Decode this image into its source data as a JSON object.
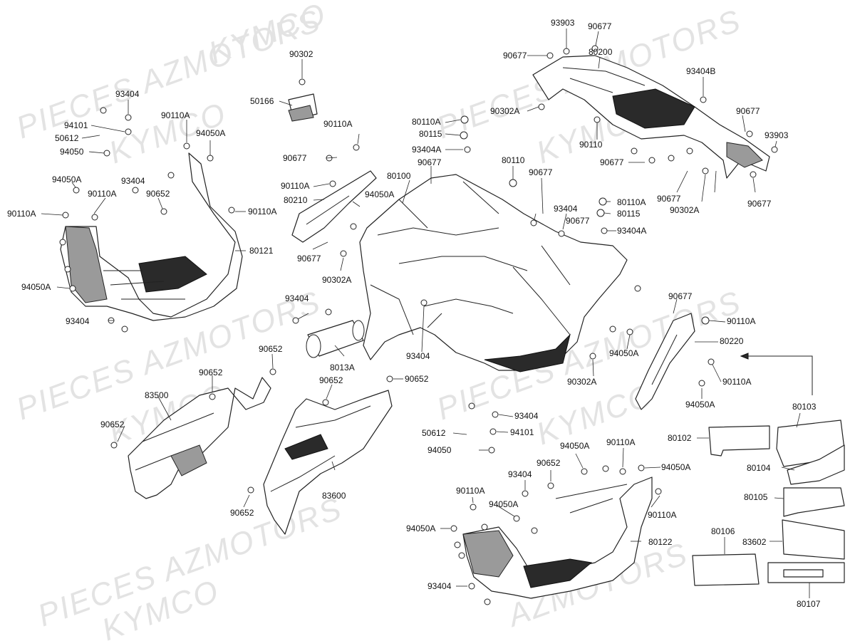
{
  "watermarks": [
    "PIECES AZMOTORS",
    "KYMCO",
    "PIECES AZMOTORS",
    "KYMCO",
    "PIECES AZMOTORS",
    "KYMCO",
    "PIECES AZMOTORS",
    "KYMCO",
    "PIECES AZMOTORS",
    "KYMCO",
    "AZMOTORS",
    "KYMCO"
  ],
  "labels": [
    "93903",
    "90677",
    "90677",
    "80200",
    "93404B",
    "90302A",
    "90677",
    "93903",
    "90110",
    "90677",
    "90677",
    "90302A",
    "90677",
    "90302",
    "50166",
    "93404",
    "94101",
    "90110A",
    "50612",
    "94050A",
    "94050",
    "94050A",
    "90110A",
    "93404",
    "90652",
    "90110A",
    "90110A",
    "80121",
    "94050A",
    "93404",
    "90110A",
    "90677",
    "90110A",
    "80210",
    "94050A",
    "90677",
    "90302A",
    "80110A",
    "80115",
    "93404A",
    "90677",
    "80110",
    "90677",
    "80100",
    "80110A",
    "80115",
    "93404",
    "90677",
    "93404A",
    "93404",
    "8013A",
    "93404",
    "90677",
    "90110A",
    "80220",
    "94050A",
    "90302A",
    "90110A",
    "94050A",
    "90652",
    "90652",
    "83500",
    "90652",
    "90652",
    "90652",
    "90652",
    "83600",
    "93404",
    "94101",
    "50612",
    "94050",
    "94050A",
    "90110A",
    "94050A",
    "90652",
    "93404",
    "90110A",
    "94050A",
    "90110A",
    "94050A",
    "80122",
    "93404",
    "80103",
    "80102",
    "80104",
    "80105",
    "80106",
    "83602",
    "80107"
  ]
}
